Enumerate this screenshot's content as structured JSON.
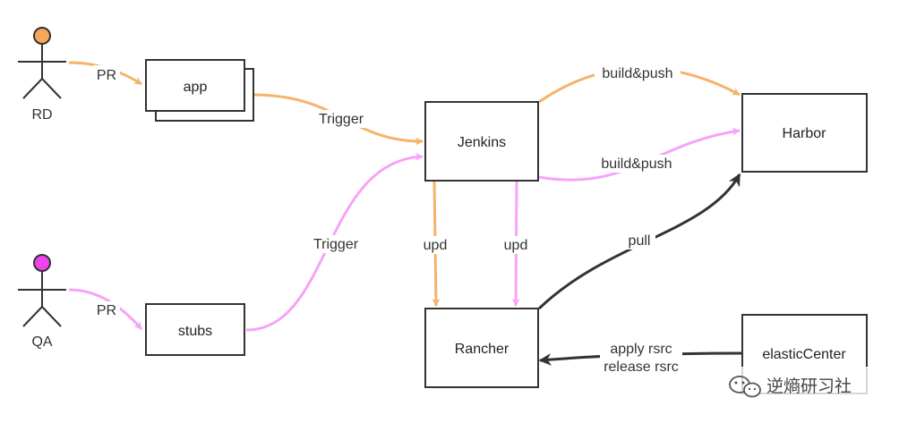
{
  "actors": {
    "rd": {
      "label": "RD",
      "head_color": "#f5a85a"
    },
    "qa": {
      "label": "QA",
      "head_color": "#ee44ee"
    }
  },
  "nodes": {
    "app": "app",
    "stubs": "stubs",
    "jenkins": "Jenkins",
    "harbor": "Harbor",
    "rancher": "Rancher",
    "elastic": "elasticCenter"
  },
  "edges": {
    "rd_pr": "PR",
    "qa_pr": "PR",
    "app_trigger": "Trigger",
    "stubs_trigger": "Trigger",
    "build_push_top": "build&push",
    "build_push_bottom": "build&push",
    "upd_left": "upd",
    "upd_right": "upd",
    "pull": "pull",
    "apply": "apply rsrc",
    "release": "release rsrc"
  },
  "watermark": "逆熵研习社",
  "colors": {
    "orange": "#f5b36c",
    "pink": "#f7a3f7",
    "dark": "#333333"
  }
}
